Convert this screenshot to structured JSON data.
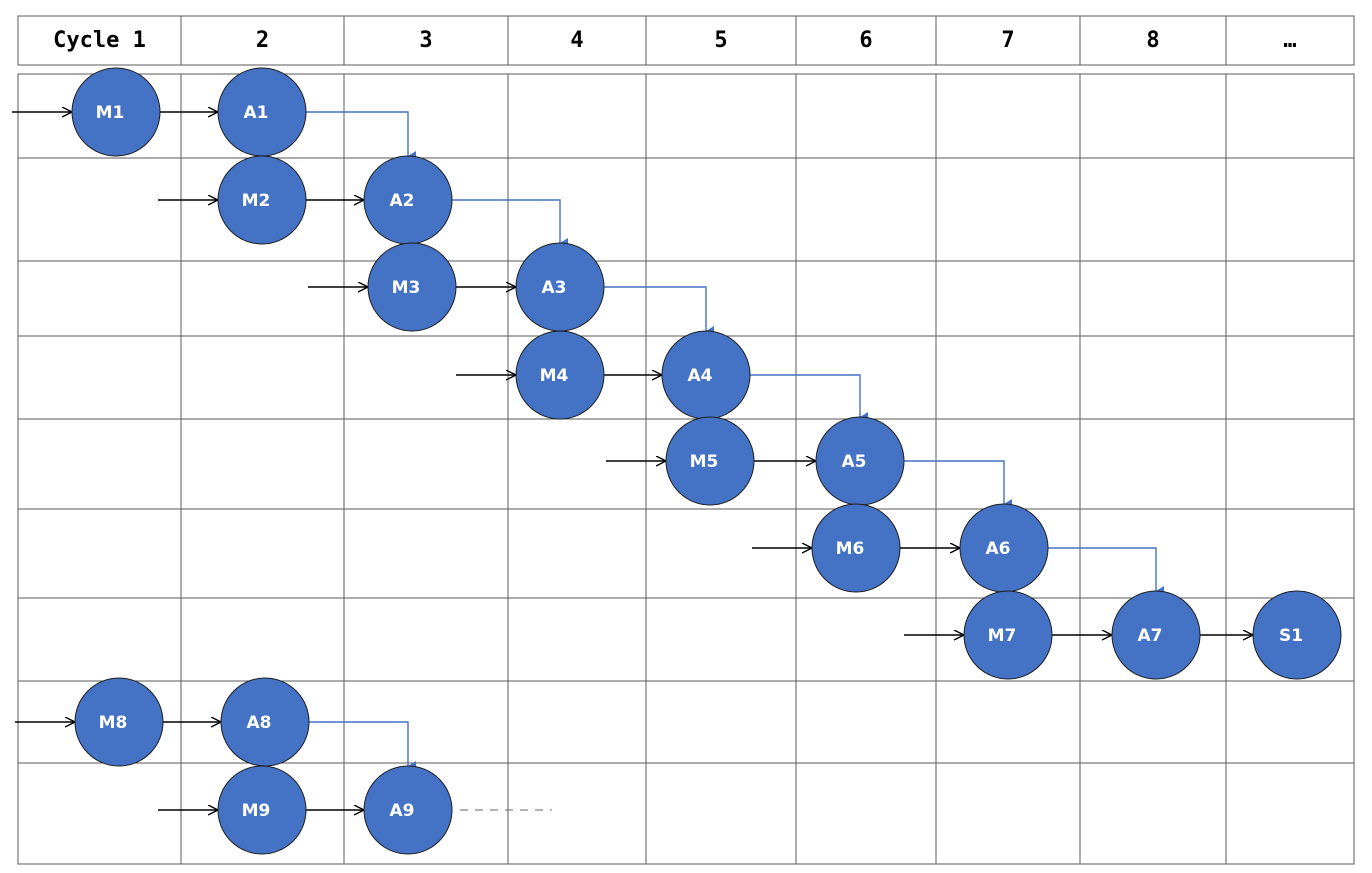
{
  "header": {
    "labels": [
      "Cycle 1",
      "2",
      "3",
      "4",
      "5",
      "6",
      "7",
      "8",
      "…"
    ]
  },
  "colors": {
    "node_fill": "#4472C4",
    "node_stroke": "#1f1f1f",
    "node_text": "#ffffff",
    "feed_arrow": "#000000",
    "dependency_arrow": "#4472C4",
    "grid": "#5a5a5a",
    "continuation": "#666666"
  },
  "nodes": [
    {
      "id": "M1",
      "label": "M1",
      "row": 0,
      "cycle": 1,
      "type": "multiply"
    },
    {
      "id": "A1",
      "label": "A1",
      "row": 0,
      "cycle": 2,
      "type": "add"
    },
    {
      "id": "M2",
      "label": "M2",
      "row": 1,
      "cycle": 2,
      "type": "multiply"
    },
    {
      "id": "A2",
      "label": "A2",
      "row": 1,
      "cycle": 3,
      "type": "add"
    },
    {
      "id": "M3",
      "label": "M3",
      "row": 2,
      "cycle": 3,
      "type": "multiply"
    },
    {
      "id": "A3",
      "label": "A3",
      "row": 2,
      "cycle": 4,
      "type": "add"
    },
    {
      "id": "M4",
      "label": "M4",
      "row": 3,
      "cycle": 4,
      "type": "multiply"
    },
    {
      "id": "A4",
      "label": "A4",
      "row": 3,
      "cycle": 5,
      "type": "add"
    },
    {
      "id": "M5",
      "label": "M5",
      "row": 4,
      "cycle": 5,
      "type": "multiply"
    },
    {
      "id": "A5",
      "label": "A5",
      "row": 4,
      "cycle": 6,
      "type": "add"
    },
    {
      "id": "M6",
      "label": "M6",
      "row": 5,
      "cycle": 6,
      "type": "multiply"
    },
    {
      "id": "A6",
      "label": "A6",
      "row": 5,
      "cycle": 7,
      "type": "add"
    },
    {
      "id": "M7",
      "label": "M7",
      "row": 6,
      "cycle": 7,
      "type": "multiply"
    },
    {
      "id": "A7",
      "label": "A7",
      "row": 6,
      "cycle": 8,
      "type": "add"
    },
    {
      "id": "S1",
      "label": "S1",
      "row": 6,
      "cycle": 9,
      "type": "store"
    },
    {
      "id": "M8",
      "label": "M8",
      "row": 7,
      "cycle": 1,
      "type": "multiply"
    },
    {
      "id": "A8",
      "label": "A8",
      "row": 7,
      "cycle": 2,
      "type": "add"
    },
    {
      "id": "M9",
      "label": "M9",
      "row": 8,
      "cycle": 2,
      "type": "multiply"
    },
    {
      "id": "A9",
      "label": "A9",
      "row": 8,
      "cycle": 3,
      "type": "add"
    }
  ],
  "edges": [
    {
      "from": "M1",
      "to": "A1",
      "kind": "flow"
    },
    {
      "from": "M2",
      "to": "A2",
      "kind": "flow"
    },
    {
      "from": "M3",
      "to": "A3",
      "kind": "flow"
    },
    {
      "from": "M4",
      "to": "A4",
      "kind": "flow"
    },
    {
      "from": "M5",
      "to": "A5",
      "kind": "flow"
    },
    {
      "from": "M6",
      "to": "A6",
      "kind": "flow"
    },
    {
      "from": "M7",
      "to": "A7",
      "kind": "flow"
    },
    {
      "from": "A7",
      "to": "S1",
      "kind": "flow"
    },
    {
      "from": "M8",
      "to": "A8",
      "kind": "flow"
    },
    {
      "from": "M9",
      "to": "A9",
      "kind": "flow"
    },
    {
      "from": "A1",
      "to": "A2",
      "kind": "dependency"
    },
    {
      "from": "A2",
      "to": "A3",
      "kind": "dependency"
    },
    {
      "from": "A3",
      "to": "A4",
      "kind": "dependency"
    },
    {
      "from": "A4",
      "to": "A5",
      "kind": "dependency"
    },
    {
      "from": "A5",
      "to": "A6",
      "kind": "dependency"
    },
    {
      "from": "A6",
      "to": "A7",
      "kind": "dependency"
    },
    {
      "from": "A8",
      "to": "A9",
      "kind": "dependency"
    }
  ],
  "inputs": [
    "M1",
    "M2",
    "M3",
    "M4",
    "M5",
    "M6",
    "M7",
    "M8",
    "M9"
  ],
  "continuation_after": "A9"
}
